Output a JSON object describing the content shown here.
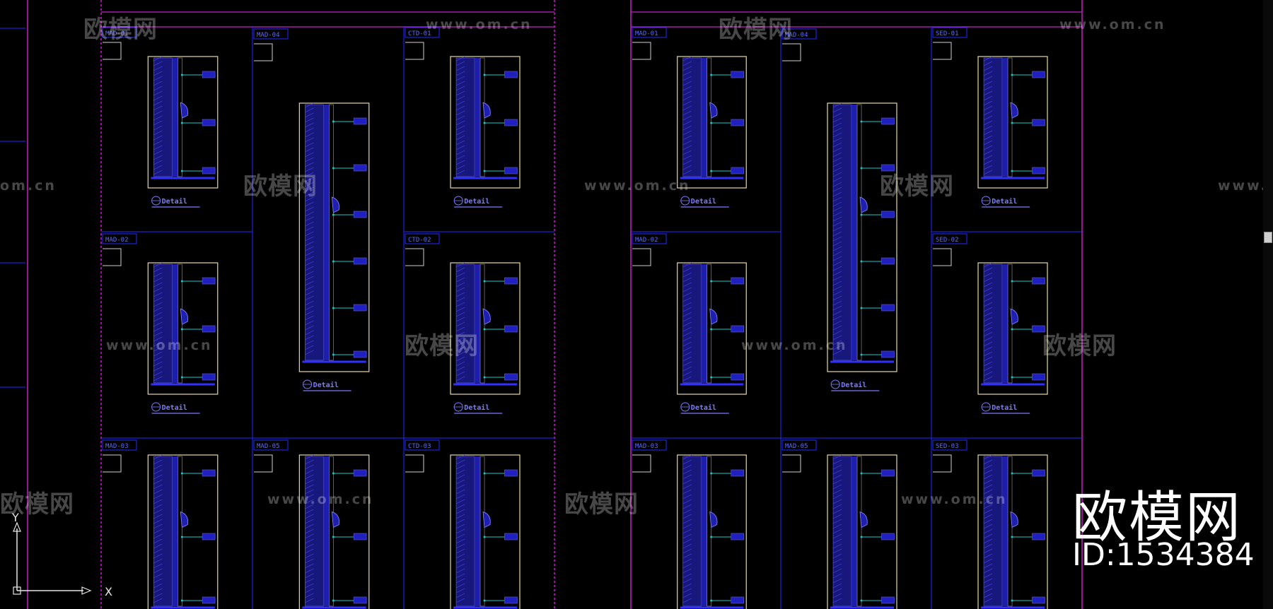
{
  "viewport": {
    "title": "CAD model space"
  },
  "panels": [
    {
      "tags": [
        "MAD-01",
        "MAD-02",
        "MAD-03"
      ],
      "center_tags": [
        "MAD-04",
        "MAD-05"
      ],
      "right_tags": [
        "CTD-01",
        "CTD-02",
        "CTD-03"
      ]
    },
    {
      "tags": [
        "MAD-01",
        "MAD-02",
        "MAD-03"
      ],
      "center_tags": [
        "MAD-04",
        "MAD-05"
      ],
      "right_tags": [
        "SED-01",
        "SED-02",
        "SED-03"
      ]
    }
  ],
  "detail_label": "Detail",
  "watermark": {
    "cn": "欧模网",
    "url": "www.om.cn",
    "url_short": "om.cn"
  },
  "badge": {
    "brand": "欧模网",
    "id": "ID:1534384"
  },
  "ucs": {
    "x_label": "X",
    "y_label": "Y"
  },
  "colors": {
    "background": "#000000",
    "grid_blue": "#1f2cff",
    "frame_magenta": "#c51fc5",
    "paper": "#e8d8a0"
  }
}
